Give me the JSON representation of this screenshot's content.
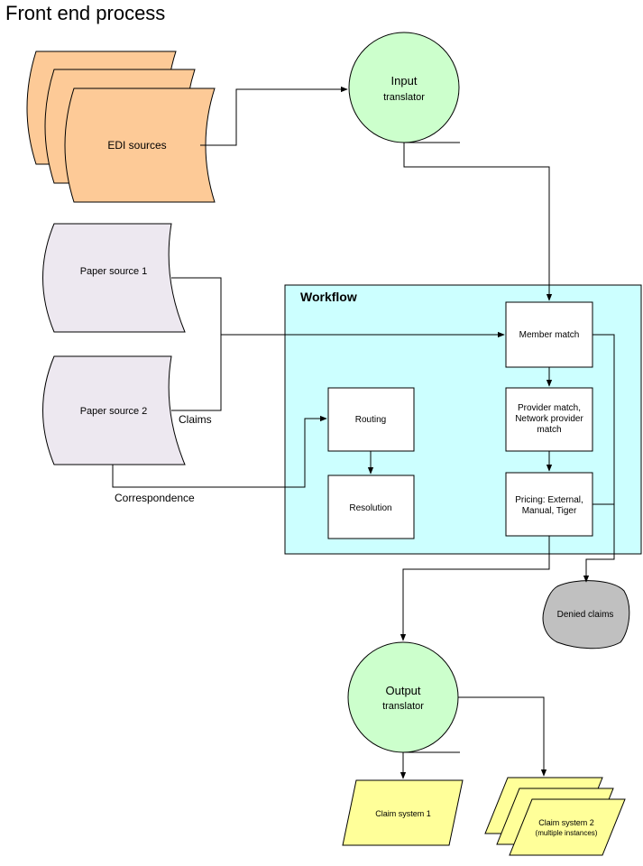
{
  "title": "Front end process",
  "nodes": {
    "edi_sources": "EDI sources",
    "input_translator": [
      "Input",
      "translator"
    ],
    "paper_source_1": "Paper source 1",
    "paper_source_2": "Paper source 2",
    "workflow": "Workflow",
    "member_match": "Member match",
    "provider_match": [
      "Provider match,",
      "Network provider",
      "match"
    ],
    "pricing": [
      "Pricing: External,",
      "Manual, Tiger"
    ],
    "routing": "Routing",
    "resolution": "Resolution",
    "denied_claims": "Denied claims",
    "output_translator": [
      "Output",
      "translator"
    ],
    "claim_system_1": "Claim system 1",
    "claim_system_2": [
      "Claim system 2",
      "(multiple instances)"
    ]
  },
  "edge_labels": {
    "claims": "Claims",
    "correspondence": "Correspondence"
  },
  "colors": {
    "edi": "#fdca97",
    "paper": "#ede8f0",
    "translator": "#ccffcc",
    "workflow": "#ccffff",
    "denied": "#c0c0c0",
    "claim_system": "#ffff99"
  }
}
